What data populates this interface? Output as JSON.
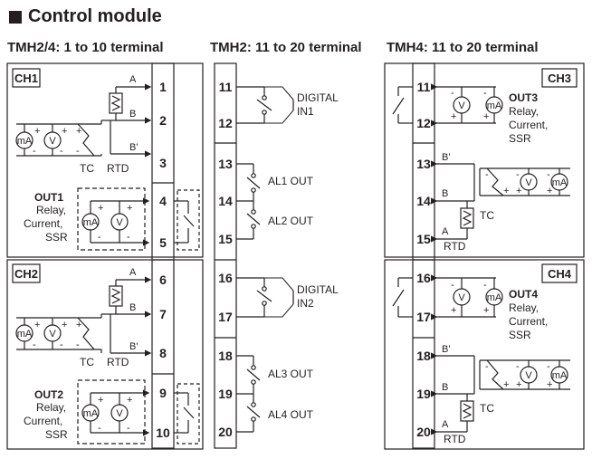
{
  "title": "Control module",
  "sections": {
    "s1": "TMH2/4: 1 to 10 terminal",
    "s2": "TMH2: 11 to 20 terminal",
    "s3": "TMH4: 11 to 20 terminal"
  },
  "terminals": {
    "left": [
      "1",
      "2",
      "3",
      "4",
      "5",
      "6",
      "7",
      "8",
      "9",
      "10"
    ],
    "mid": [
      "11",
      "12",
      "13",
      "14",
      "15",
      "16",
      "17",
      "18",
      "19",
      "20"
    ],
    "right": [
      "11",
      "12",
      "13",
      "14",
      "15",
      "16",
      "17",
      "18",
      "19",
      "20"
    ]
  },
  "channels": {
    "ch1": "CH1",
    "ch2": "CH2",
    "ch3": "CH3",
    "ch4": "CH4"
  },
  "symbols": {
    "ma": "mA",
    "v": "V",
    "tc": "TC",
    "rtd": "RTD",
    "a": "A",
    "b": "B",
    "bp": "B'",
    "plus": "+",
    "minus": "-"
  },
  "outputs": {
    "out1": "OUT1",
    "out2": "OUT2",
    "out3": "OUT3",
    "out4": "OUT4",
    "type_line1": "Relay,",
    "type_line2": "Current,",
    "type_line3": "SSR"
  },
  "mid_labels": {
    "digital": "DIGITAL",
    "in1": "IN1",
    "in2": "IN2",
    "al1": "AL1 OUT",
    "al2": "AL2 OUT",
    "al3": "AL3 OUT",
    "al4": "AL4 OUT"
  }
}
